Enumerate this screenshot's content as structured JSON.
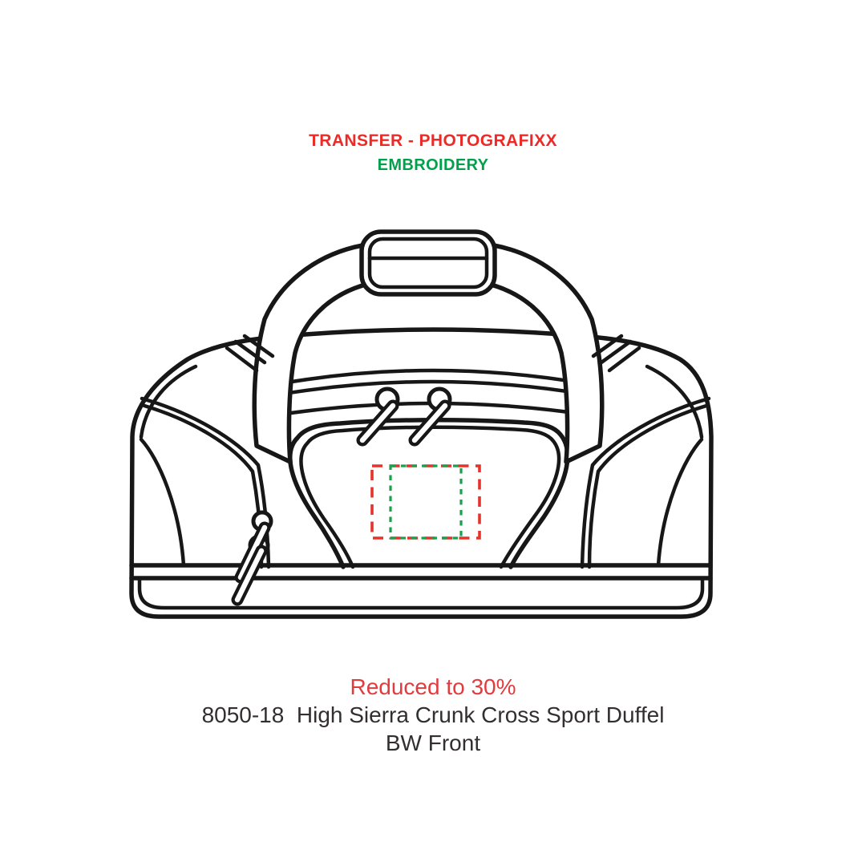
{
  "page": {
    "background": "#ffffff"
  },
  "header": {
    "brand_line": "TRANSFER - PHOTOGRAFIXX",
    "brand_line_color": "#EB2B28",
    "method_line": "EMBROIDERY",
    "method_line_color": "#01A14C"
  },
  "artwork": {
    "description": "duffel-bag-line-art",
    "line_color": "#171717",
    "print_area_outer_color": "#E5332C",
    "print_area_inner_color": "#1BA14C"
  },
  "footer": {
    "reduction_note": "Reduced to 30%",
    "reduction_note_color": "#E23B3E",
    "product_line": "8050-18  High Sierra Crunk Cross Sport Duffel",
    "view_line": "BW Front",
    "text_color": "#332F30"
  }
}
